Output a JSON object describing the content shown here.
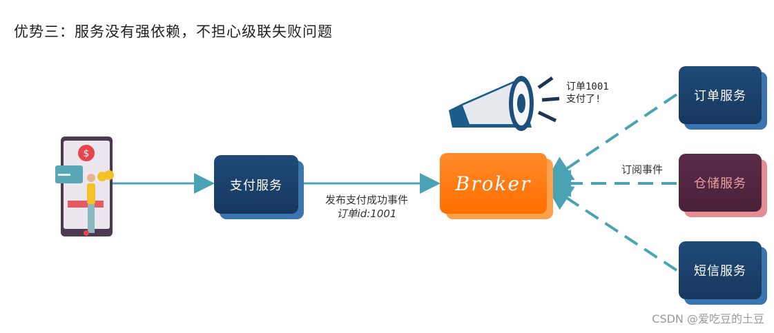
{
  "title": "优势三：服务没有强依赖，不担心级联失败问题",
  "nodes": {
    "pay": "支付服务",
    "broker": "Broker",
    "order": "订单服务",
    "storage": "仓储服务",
    "sms": "短信服务"
  },
  "labels": {
    "publish_line1": "发布支付成功事件",
    "publish_line2": "订单id:1001",
    "subscribe": "订阅事件",
    "speech_line1": "订单1001",
    "speech_line2": "支付了!"
  },
  "icons": {
    "phone": "phone-payment-icon",
    "megaphone": "megaphone-icon"
  },
  "colors": {
    "service_blue": "#1f4a78",
    "service_red": "#5a2b47",
    "broker_orange": "#ff7a12",
    "arrow": "#4aa3b4"
  },
  "watermark": "CSDN @爱吃豆的土豆"
}
